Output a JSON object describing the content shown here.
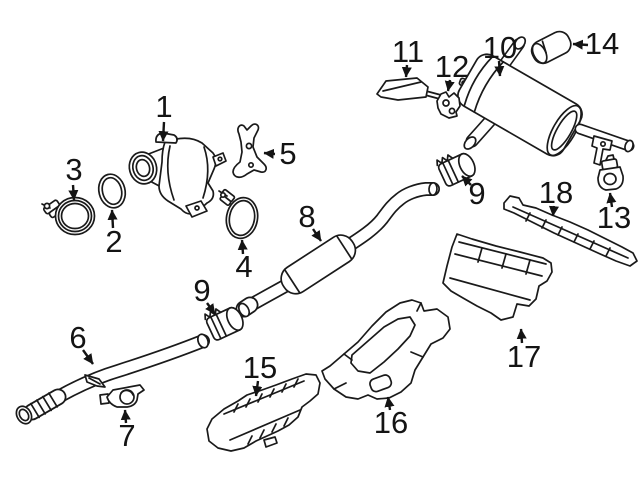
{
  "diagram": {
    "kind": "exploded-parts-diagram",
    "subject": "exhaust-system",
    "background_color": "#ffffff",
    "line_color": "#1a1a1a"
  },
  "callouts": [
    {
      "label": "1",
      "part": "catalytic-converter"
    },
    {
      "label": "2",
      "part": "gasket-ring"
    },
    {
      "label": "3",
      "part": "clamp-front"
    },
    {
      "label": "4",
      "part": "v-band-clamp"
    },
    {
      "label": "5",
      "part": "support-bracket"
    },
    {
      "label": "6",
      "part": "front-pipe"
    },
    {
      "label": "7",
      "part": "mount-bracket"
    },
    {
      "label": "8",
      "part": "center-resonator-pipe"
    },
    {
      "label": "9",
      "part": "pipe-clamp-left"
    },
    {
      "label": "9",
      "part": "pipe-clamp-right"
    },
    {
      "label": "10",
      "part": "rear-muffler"
    },
    {
      "label": "11",
      "part": "hanger-bracket-front"
    },
    {
      "label": "12",
      "part": "hanger-bracket-rear"
    },
    {
      "label": "13",
      "part": "rubber-hanger"
    },
    {
      "label": "14",
      "part": "exhaust-tip"
    },
    {
      "label": "15",
      "part": "heat-shield-front"
    },
    {
      "label": "16",
      "part": "heat-shield-center"
    },
    {
      "label": "17",
      "part": "heat-shield-rear"
    },
    {
      "label": "18",
      "part": "heat-shield-rail"
    }
  ]
}
